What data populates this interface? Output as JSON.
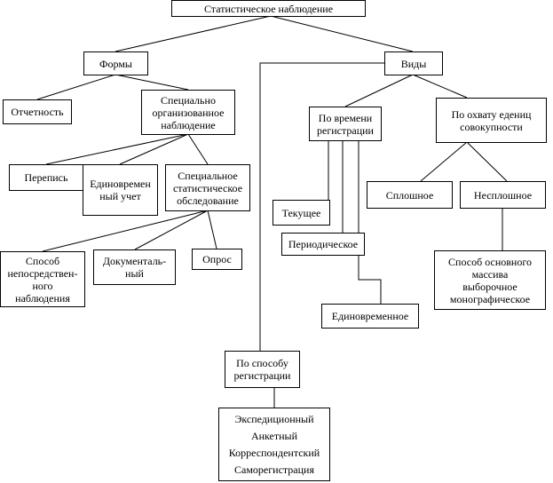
{
  "diagram": {
    "root": "Статистическое наблюдение",
    "forms": "Формы",
    "types": "Виды",
    "reporting": "Отчетность",
    "special_org": "Специально\nорганизованное\nнаблюдение",
    "census": "Перепись",
    "one_time_account": "Единовремен\nный учет",
    "special_survey": "Специальное\nстатистическое\nобследование",
    "direct_obs": "Способ\nнепосредствен-\nного\nнаблюдения",
    "documentary": "Документаль-\nный",
    "poll": "Опрос",
    "by_time": "По времени\nрегистрации",
    "current": "Текущее",
    "periodic": "Периодическое",
    "one_time": "Единовременное",
    "by_coverage": "По охвату едениц\nсовокупности",
    "continuous": "Сплошное",
    "non_continuous": "Несплошное",
    "main_array": "Способ основного\nмассива\nвыборочное\nмонографическое",
    "by_method": "По способу\nрегистрации",
    "methods": "Экспедиционный\nАнкетный\nКорреспондентский\nСаморегистрация"
  }
}
